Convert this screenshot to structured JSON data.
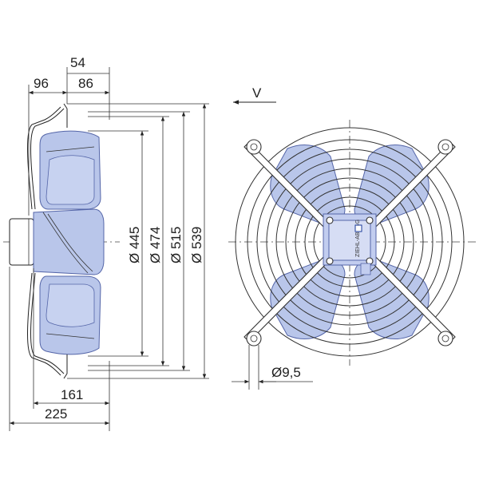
{
  "side_view": {
    "dims_top": {
      "d54": "54",
      "d96": "96",
      "d86": "86"
    },
    "diameters": {
      "d445": "Ø 445",
      "d474": "Ø 474",
      "d515": "Ø 515",
      "d539": "Ø 539"
    },
    "dims_bottom": {
      "d161": "161",
      "d225": "225"
    }
  },
  "front_view": {
    "view_label": "V",
    "hole_dim": "Ø9,5",
    "brand_text": "ZIEHL-ABEGG"
  },
  "colors": {
    "blade_fill": "#b9c6ea",
    "blade_stroke": "#5465a8",
    "line": "#222222"
  }
}
